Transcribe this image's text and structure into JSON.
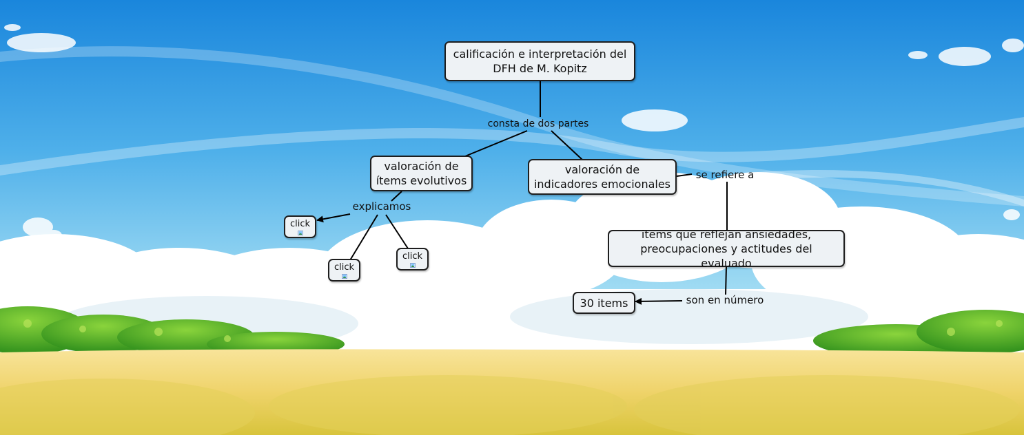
{
  "colors": {
    "sky_top": "#1f8fe0",
    "sky_mid": "#7cc9f0",
    "cloud": "#ffffff",
    "bush_dark": "#2e8b1a",
    "bush_light": "#7dc73a",
    "field": "#f0d97a",
    "node_fill": "#eef2f5",
    "node_border": "#1e1e1e"
  },
  "concepts": {
    "main": "calificación e interpretación del\nDFH de M. Kopitz",
    "evolutivos": "valoración de\nítems evolutivos",
    "emocionales": "valoración de\nindicadores emocionales",
    "items_ansiedades": "items que reflejan ansiedades,\npreocupaciones y actitudes del evaluado",
    "treinta": "30 items",
    "click1": "click",
    "click2": "click",
    "click3": "click"
  },
  "linking_phrases": {
    "consta": "consta de dos partes",
    "explicamos": "explicamos",
    "refiere": "se refiere a",
    "numero": "son en número"
  },
  "icons": {
    "resource": "image-icon"
  }
}
